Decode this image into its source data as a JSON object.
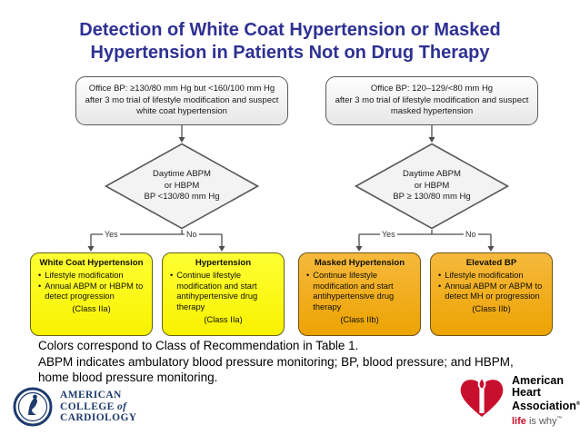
{
  "title": {
    "lines": [
      "Detection of White Coat Hypertension or Masked",
      "Hypertension in Patients Not on Drug Therapy"
    ]
  },
  "colors": {
    "title_blue": "#2E3192",
    "class_iia_yellow": "#F8F200",
    "class_iib_orange": "#ECA302",
    "box_border_gray": "#595959",
    "acc_navy": "#1E3B6E",
    "aha_red": "#C8102E"
  },
  "flow": {
    "left": {
      "office_box": {
        "lines": [
          "Office BP: ≥130/80 mm Hg but <160/100 mm Hg",
          "after 3 mo trial of lifestyle modification and suspect",
          "white coat hypertension"
        ]
      },
      "decision": {
        "lines": [
          "Daytime ABPM",
          "or HBPM",
          "BP <130/80 mm Hg"
        ]
      },
      "yes_label": "Yes",
      "no_label": "No",
      "outcomes": [
        {
          "title": "White Coat Hypertension",
          "bullets": [
            "Lifestyle modification",
            "Annual ABPM or HBPM to detect progression"
          ],
          "class_label": "(Class IIa)"
        },
        {
          "title": "Hypertension",
          "bullets": [
            "Continue lifestyle modification and start antihypertensive drug therapy"
          ],
          "class_label": "(Class IIa)"
        }
      ]
    },
    "right": {
      "office_box": {
        "lines": [
          "Office BP: 120–129/<80 mm Hg",
          "after 3 mo trial of lifestyle modification and suspect",
          "masked hypertension"
        ]
      },
      "decision": {
        "lines": [
          "Daytime ABPM",
          "or HBPM",
          "BP ≥ 130/80 mm Hg"
        ]
      },
      "yes_label": "Yes",
      "no_label": "No",
      "outcomes": [
        {
          "title": "Masked Hypertension",
          "bullets": [
            "Continue lifestyle modification and start antihypertensive drug therapy"
          ],
          "class_label": "(Class IIb)"
        },
        {
          "title": "Elevated BP",
          "bullets": [
            "Lifestyle modification",
            "Annual ABPM or ABPM to detect MH or progression"
          ],
          "class_label": "(Class IIb)"
        }
      ]
    }
  },
  "bullet_char": "•",
  "footer": {
    "lines": [
      "Colors correspond to Class of Recommendation in Table 1.",
      "ABPM indicates ambulatory blood pressure monitoring; BP, blood pressure; and HBPM,",
      "home blood pressure monitoring."
    ]
  },
  "logos": {
    "acc": {
      "line1": "AMERICAN",
      "line2a": "COLLEGE ",
      "line2b": "of",
      "line3": "CARDIOLOGY"
    },
    "aha": {
      "line1": "American",
      "line2": "Heart",
      "line3": "Association",
      "reg": "®",
      "tagline_accent": "life",
      "tagline_rest": " is why",
      "tm": "™"
    }
  }
}
